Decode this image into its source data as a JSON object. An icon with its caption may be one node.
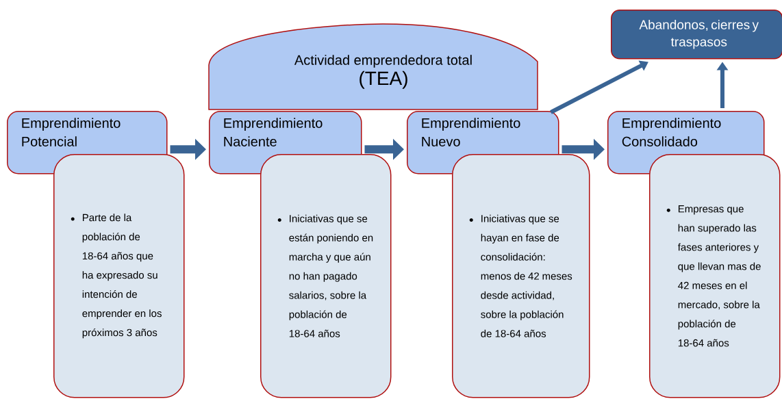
{
  "diagram": {
    "nodes": [
      {
        "text": [
          "Actividad emprendedora total",
          "(TEA)"
        ]
      },
      {
        "text": [
          "Abandonos, cierres y traspasos"
        ]
      },
      {
        "text": [
          "Emprendimiento Potencial"
        ]
      },
      {
        "text": [
          "Parte de la población de 18-64 años que ha expresado su intención de emprender en los próximos 3 años"
        ]
      },
      {
        "text": [
          "Emprendimiento Naciente"
        ]
      },
      {
        "text": [
          "Iniciativas que se están poniendo en marcha y que aún no han pagado salarios, sobre la población de 18-64 años"
        ]
      },
      {
        "text": [
          "Emprendimiento Nuevo"
        ]
      },
      {
        "text": [
          "Iniciativas que se hayan en fase de consolidación: menos de 42 meses desde actividad, sobre la población de 18-64 años"
        ]
      },
      {
        "text": [
          "Emprendimiento Consolidado"
        ]
      },
      {
        "text": [
          "Empresas que han superado las fases anteriores y que llevan mas de 42 meses en el mercado, sobre la población de 18-64 años"
        ]
      }
    ],
    "edges": [
      {
        "from": 2,
        "to": 4,
        "arrow": "to"
      },
      {
        "from": 4,
        "to": 6,
        "arrow": "to"
      },
      {
        "from": 6,
        "to": 8,
        "arrow": "to"
      },
      {
        "from": 6,
        "to": 1,
        "arrow": "to"
      },
      {
        "from": 8,
        "to": 1,
        "arrow": "to"
      }
    ]
  }
}
